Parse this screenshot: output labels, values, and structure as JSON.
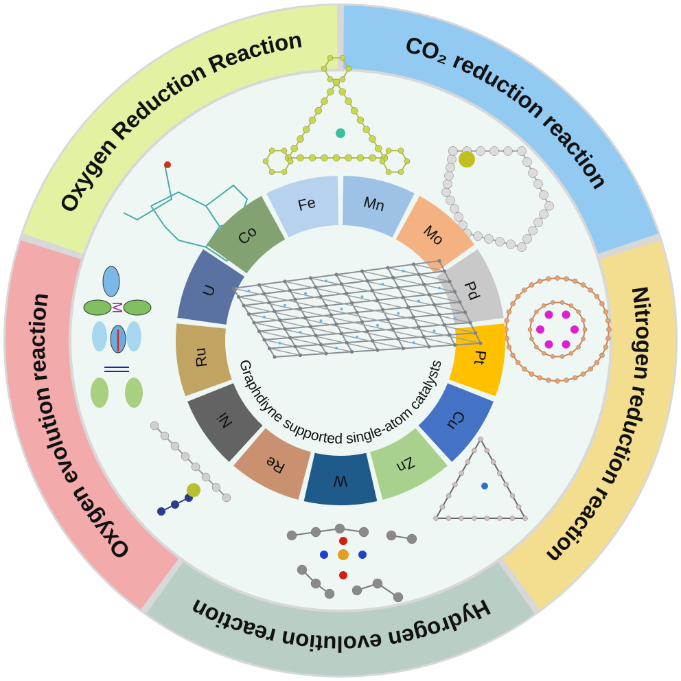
{
  "outer_ring": [
    {
      "label": "Oxygen Reduction Reaction",
      "color": "#e2f2a2",
      "start": 288,
      "end": 360
    },
    {
      "label": "CO₂ reduction reaction",
      "color": "#92caf2",
      "start": 0,
      "end": 72
    },
    {
      "label": "Nitrogen reduction reaction",
      "color": "#f2de8e",
      "start": 72,
      "end": 144
    },
    {
      "label": "Hydrogen evolution reaction",
      "color": "#b9cec4",
      "start": 144,
      "end": 216
    },
    {
      "label": "Oxygen evolution reaction",
      "color": "#f2aaaa",
      "start": 216,
      "end": 288
    }
  ],
  "element_ring": [
    {
      "symbol": "Fe",
      "color": "#b6d2ee"
    },
    {
      "symbol": "Mn",
      "color": "#9dc2e6"
    },
    {
      "symbol": "Mo",
      "color": "#f4b182"
    },
    {
      "symbol": "Pd",
      "color": "#c9c9c9"
    },
    {
      "symbol": "Pt",
      "color": "#ffc000"
    },
    {
      "symbol": "Cu",
      "color": "#4472c4"
    },
    {
      "symbol": "Zn",
      "color": "#a9d18e"
    },
    {
      "symbol": "W",
      "color": "#1f5b8a"
    },
    {
      "symbol": "Re",
      "color": "#c9916f"
    },
    {
      "symbol": "Ni",
      "color": "#636363"
    },
    {
      "symbol": "Ru",
      "color": "#c2a462"
    },
    {
      "symbol": "U",
      "color": "#5a72a2"
    },
    {
      "symbol": "Co",
      "color": "#82a272"
    }
  ],
  "center_caption": "Graphdiyne supported single-atom catalysts",
  "inner_background": "#eef7f3"
}
